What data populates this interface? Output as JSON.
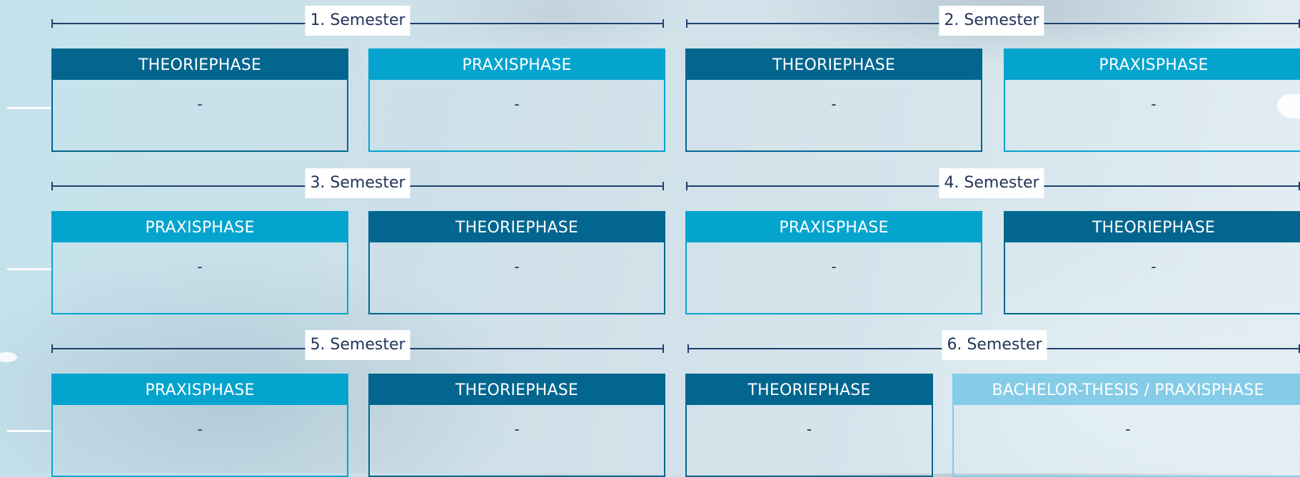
{
  "semesters": [
    {
      "label": "1. Semester",
      "phases": [
        {
          "title": "THEORIEPHASE",
          "content": "-"
        },
        {
          "title": "PRAXISPHASE",
          "content": "-"
        }
      ]
    },
    {
      "label": "2. Semester",
      "phases": [
        {
          "title": "THEORIEPHASE",
          "content": "-"
        },
        {
          "title": "PRAXISPHASE",
          "content": "-"
        }
      ]
    },
    {
      "label": "3. Semester",
      "phases": [
        {
          "title": "PRAXISPHASE",
          "content": "-"
        },
        {
          "title": "THEORIEPHASE",
          "content": "-"
        }
      ]
    },
    {
      "label": "4. Semester",
      "phases": [
        {
          "title": "PRAXISPHASE",
          "content": "-"
        },
        {
          "title": "THEORIEPHASE",
          "content": "-"
        }
      ]
    },
    {
      "label": "5. Semester",
      "phases": [
        {
          "title": "PRAXISPHASE",
          "content": "-"
        },
        {
          "title": "THEORIEPHASE",
          "content": "-"
        }
      ]
    },
    {
      "label": "6. Semester",
      "phases": [
        {
          "title": "THEORIEPHASE",
          "content": "-"
        },
        {
          "title": "BACHELOR-THESIS / PRAXISPHASE",
          "content": "-"
        }
      ]
    }
  ],
  "colors": {
    "theoriephase": "#03668f",
    "praxisphase": "#04a4ce",
    "bachelor_thesis": "#84cce8",
    "timeline": "#1f3f6e"
  }
}
